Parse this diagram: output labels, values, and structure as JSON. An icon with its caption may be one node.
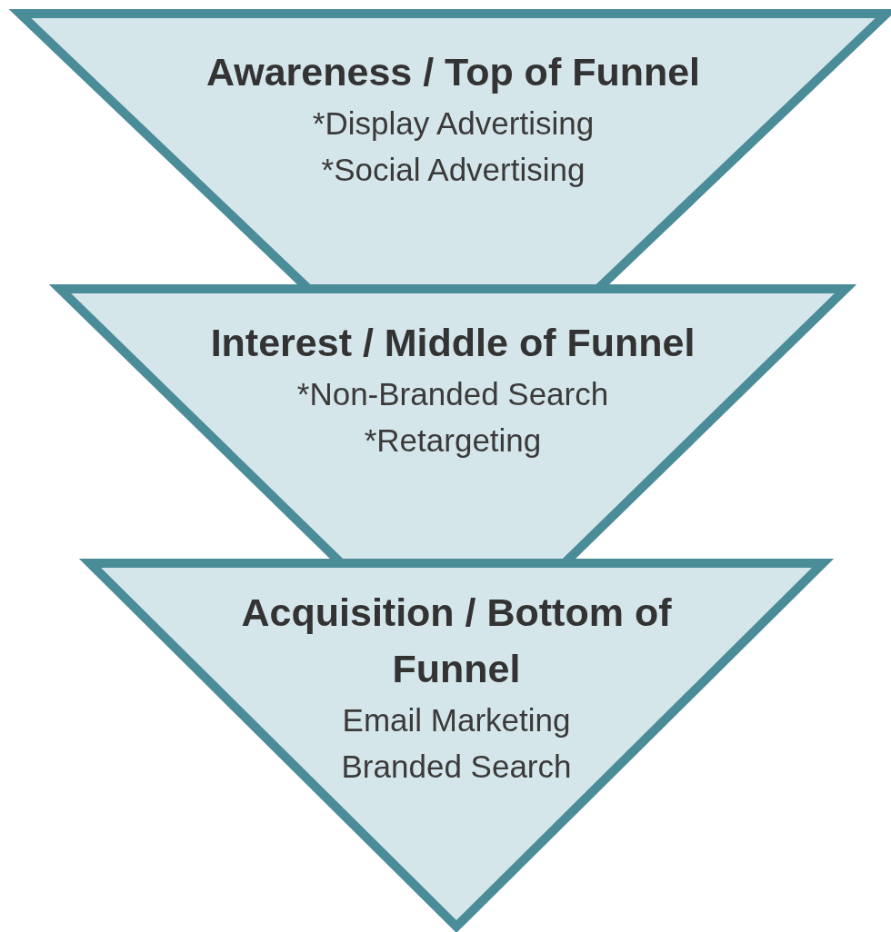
{
  "diagram": {
    "nodes": [
      {
        "text": [
          "Awareness / Top of Funnel",
          "*Display Advertising",
          "*Social Advertising"
        ]
      },
      {
        "text": [
          "Interest / Middle of Funnel",
          "*Non-Branded Search",
          "*Retargeting"
        ]
      },
      {
        "text": [
          "Acquisition / Bottom of Funnel",
          "Email Marketing",
          "Branded Search"
        ]
      }
    ]
  }
}
